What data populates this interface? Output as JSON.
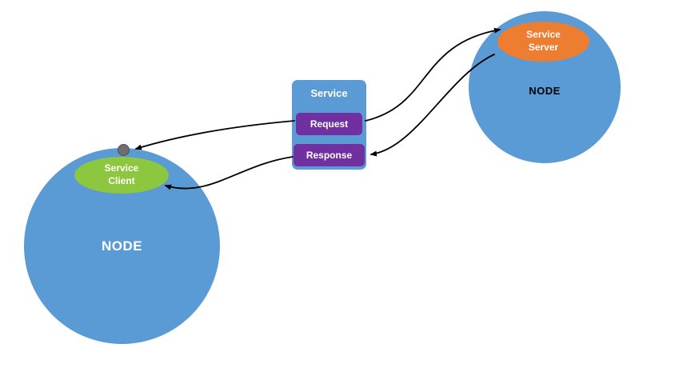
{
  "nodes": {
    "client_node": {
      "label": "NODE",
      "bubble_label": "Service Client"
    },
    "server_node": {
      "label": "NODE",
      "bubble_label": "Service Server"
    }
  },
  "service": {
    "title": "Service",
    "request_label": "Request",
    "response_label": "Response"
  },
  "colors": {
    "node_circle": "#5b9bd5",
    "client_bubble": "#8dc63f",
    "server_bubble": "#ed7d31",
    "service_box": "#5b9bd5",
    "message_pill": "#7030a0",
    "arrow": "#000000",
    "edge_dot": "#6e6e6e",
    "client_node_text": "#ffffff",
    "server_node_text": "#000000",
    "background": "#ffffff"
  },
  "arrows": [
    {
      "name": "request-to-server-arrow",
      "from": "request-box",
      "to": "service-server-bubble",
      "arrowhead_at": "service-server-bubble"
    },
    {
      "name": "server-to-response-arrow",
      "from": "service-server-bubble",
      "to": "response-box",
      "arrowhead_at": "response-box"
    },
    {
      "name": "response-to-client-arrow",
      "from": "response-box",
      "to": "service-client-bubble",
      "arrowhead_at": "service-client-bubble"
    },
    {
      "name": "request-client-link-arrow",
      "from": "request-box",
      "to": "client-node-edge-dot",
      "arrowhead_at": "client-node-edge-dot"
    }
  ]
}
